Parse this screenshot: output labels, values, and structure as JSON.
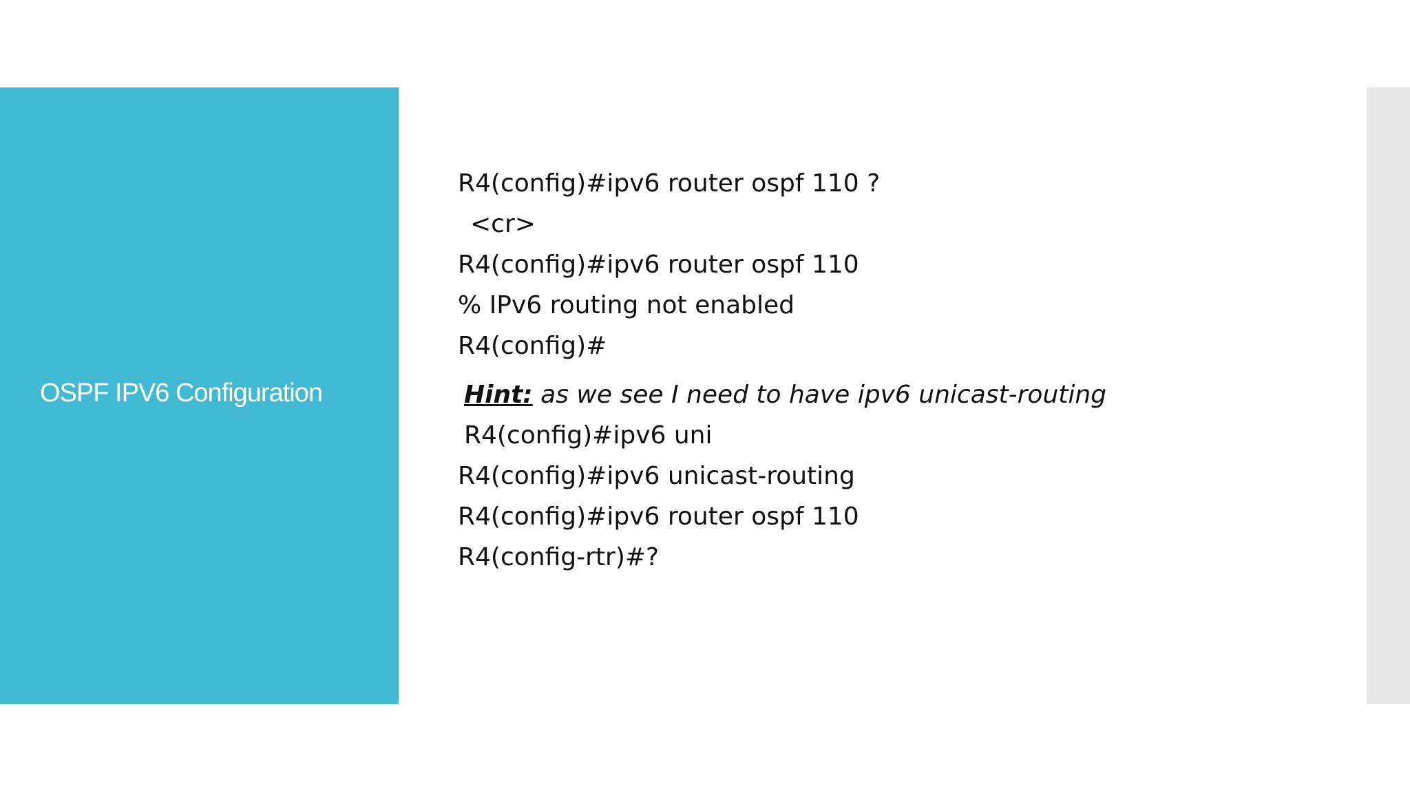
{
  "side": {
    "title": "OSPF IPV6 Configuration"
  },
  "content": {
    "lines": [
      "R4(config)#ipv6 router ospf 110 ?",
      "<cr>",
      "R4(config)#ipv6 router ospf 110",
      "% IPv6 routing not enabled",
      "R4(config)#"
    ],
    "hint": {
      "label": "Hint:",
      "text": " as we see I need to have ipv6 unicast-routing"
    },
    "after_lines": [
      "R4(config)#ipv6 uni",
      "R4(config)#ipv6 unicast-routing",
      "R4(config)#ipv6 router ospf 110",
      "R4(config-rtr)#?"
    ]
  },
  "colors": {
    "accent": "#42b9d3",
    "strip": "#e6e6e6",
    "text": "#111111"
  }
}
